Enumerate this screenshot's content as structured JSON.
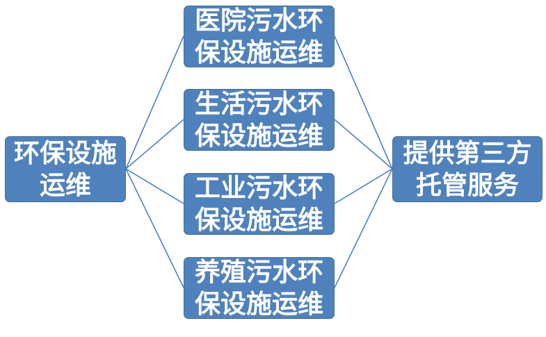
{
  "diagram": {
    "type": "fan-in-fan-out-flowchart",
    "nodes": {
      "root": {
        "label": "环保设施\n运维"
      },
      "branches": [
        {
          "label": "医院污水环\n保设施运维"
        },
        {
          "label": "生活污水环\n保设施运维"
        },
        {
          "label": "工业污水环\n保设施运维"
        },
        {
          "label": "养殖污水环\n保设施运维"
        }
      ],
      "result": {
        "label": "提供第三方\n托管服务"
      }
    },
    "edges": [
      {
        "from": "root",
        "to": "branch-0"
      },
      {
        "from": "root",
        "to": "branch-1"
      },
      {
        "from": "root",
        "to": "branch-2"
      },
      {
        "from": "root",
        "to": "branch-3"
      },
      {
        "from": "branch-0",
        "to": "result"
      },
      {
        "from": "branch-1",
        "to": "result"
      },
      {
        "from": "branch-2",
        "to": "result"
      },
      {
        "from": "branch-3",
        "to": "result"
      }
    ],
    "colors": {
      "node_fill": "#4f81bd",
      "node_border": "#41719c",
      "node_text": "#ffffff",
      "connector_line": "#4f81bd",
      "background": "#ffffff"
    }
  }
}
